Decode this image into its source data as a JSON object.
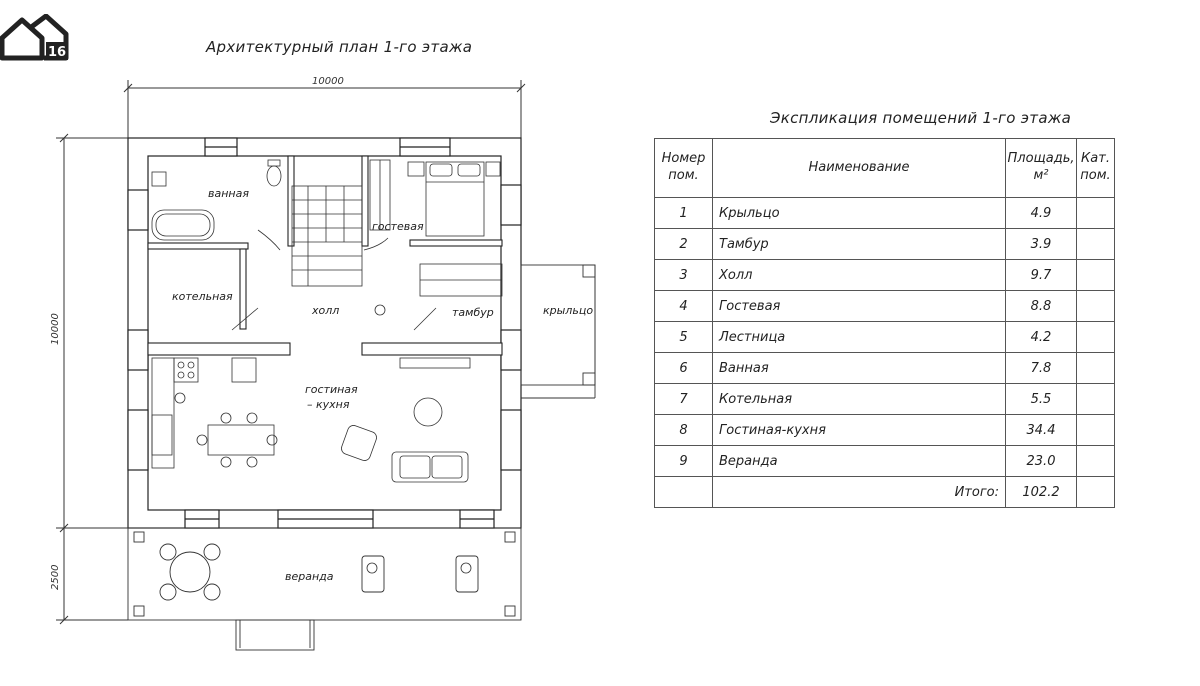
{
  "logo": {
    "text": "16"
  },
  "plan": {
    "title": "Архитектурный план 1-го этажа",
    "dimensions": {
      "top": "10000",
      "left": "10000",
      "veranda": "2500"
    },
    "rooms": {
      "bathroom": "ванная",
      "guest": "гостевая",
      "boiler": "котельная",
      "hall": "холл",
      "vestibule": "тамбур",
      "porch": "крыльцо",
      "living_line1": "гостиная",
      "living_line2": "– кухня",
      "veranda": "веранда"
    }
  },
  "table": {
    "title": "Экспликация помещений 1-го этажа",
    "headers": {
      "number": "Номер пом.",
      "name": "Наименование",
      "area": "Площадь, м²",
      "category": "Кат. пом."
    },
    "rows": [
      {
        "num": "1",
        "name": "Крыльцо",
        "area": "4.9"
      },
      {
        "num": "2",
        "name": "Тамбур",
        "area": "3.9"
      },
      {
        "num": "3",
        "name": "Холл",
        "area": "9.7"
      },
      {
        "num": "4",
        "name": "Гостевая",
        "area": "8.8"
      },
      {
        "num": "5",
        "name": "Лестница",
        "area": "4.2"
      },
      {
        "num": "6",
        "name": "Ванная",
        "area": "7.8"
      },
      {
        "num": "7",
        "name": "Котельная",
        "area": "5.5"
      },
      {
        "num": "8",
        "name": "Гостиная-кухня",
        "area": "34.4"
      },
      {
        "num": "9",
        "name": "Веранда",
        "area": "23.0"
      }
    ],
    "total": {
      "label": "Итого:",
      "area": "102.2"
    }
  }
}
